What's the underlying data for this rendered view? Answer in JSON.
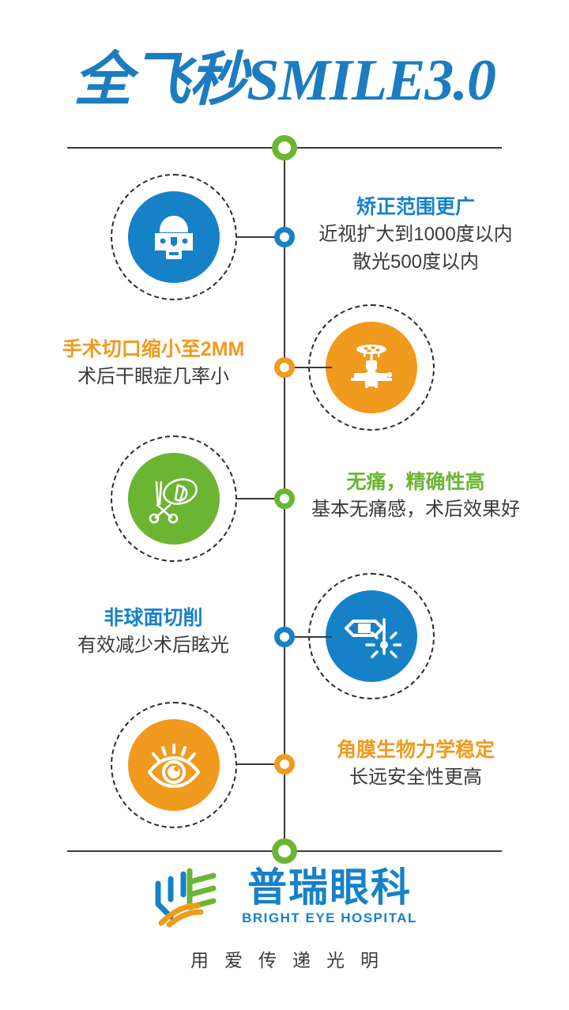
{
  "title": "全飞秒SMILE3.0",
  "colors": {
    "blue": "#1781C8",
    "orange": "#F09A1E",
    "green": "#6CB533",
    "text": "#3A3A3A",
    "line": "#3B3B3B"
  },
  "features": [
    {
      "side": "right",
      "accent": "blue",
      "icon": "face-with-glasses-icon",
      "heading": "矫正范围更广",
      "lines": [
        "近视扩大到1000度以内",
        "散光500度以内"
      ]
    },
    {
      "side": "left",
      "accent": "orange",
      "icon": "operating-room-icon",
      "heading": "手术切口缩小至2MM",
      "lines": [
        "术后干眼症几率小"
      ]
    },
    {
      "side": "right",
      "accent": "green",
      "icon": "surgical-instruments-icon",
      "heading": "无痛，精确性高",
      "lines": [
        "基本无痛感，术后效果好"
      ]
    },
    {
      "side": "left",
      "accent": "blue",
      "icon": "eye-laser-icon",
      "heading": "非球面切削",
      "lines": [
        "有效减少术后眩光"
      ]
    },
    {
      "side": "right",
      "accent": "orange",
      "icon": "eye-with-lashes-icon",
      "heading": "角膜生物力学稳定",
      "lines": [
        "长远安全性更高"
      ]
    }
  ],
  "footer": {
    "logo_cn": "普瑞眼科",
    "logo_en": "BRIGHT EYE HOSPITAL",
    "tagline": "用爱传递光明"
  }
}
